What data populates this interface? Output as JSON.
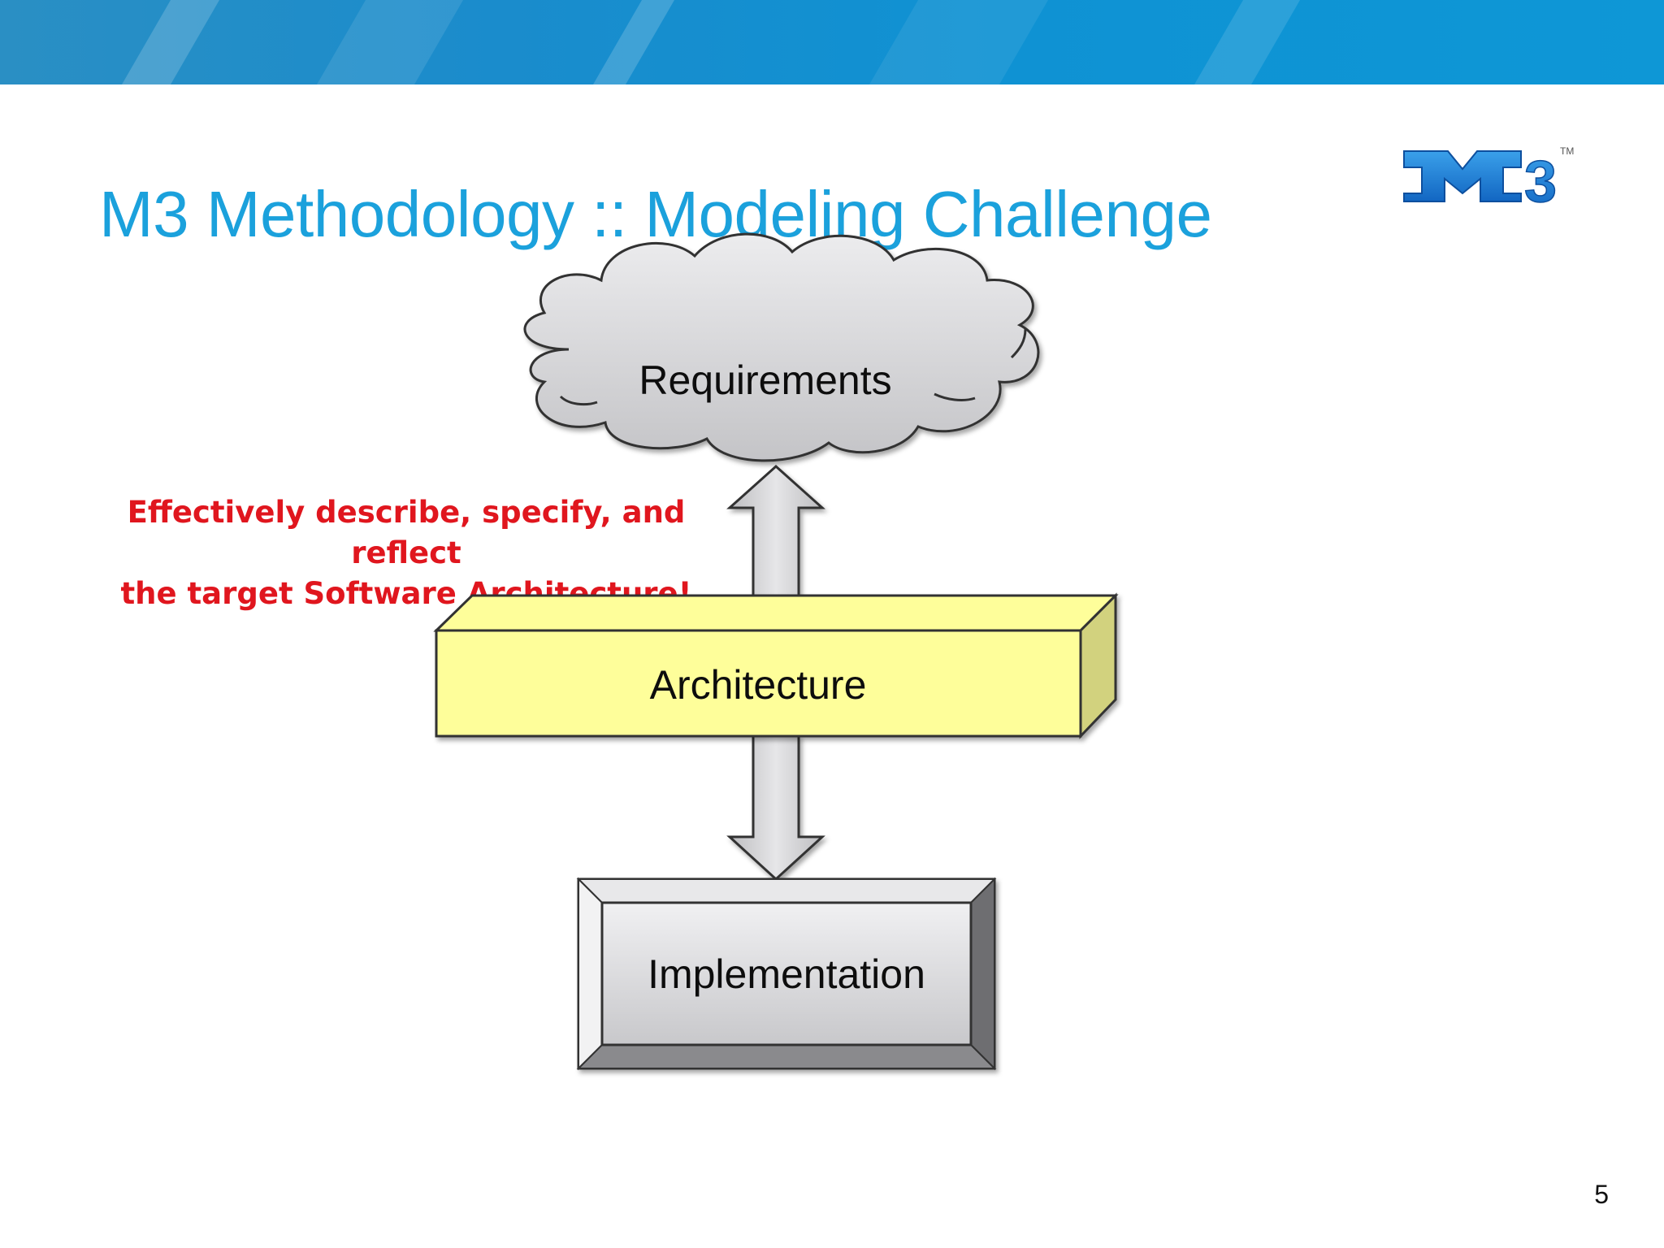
{
  "header": {
    "title": "M3 Methodology :: Modeling Challenge"
  },
  "logo": {
    "text": "M3",
    "trademark": "TM",
    "color": "#1a7fd4"
  },
  "diagram": {
    "nodes": {
      "requirements": "Requirements",
      "architecture": "Architecture",
      "implementation": "Implementation"
    },
    "callout_lines": [
      "Effectively describe, specify, and reflect",
      "the target Software Architecture!"
    ],
    "colors": {
      "title": "#1ba1dc",
      "callout": "#e0161e",
      "architecture_fill": "#fefe9a",
      "cloud_fill": "#d4d4d6",
      "arrow_fill": "#cfcfd1"
    }
  },
  "footer": {
    "page_number": "5"
  }
}
